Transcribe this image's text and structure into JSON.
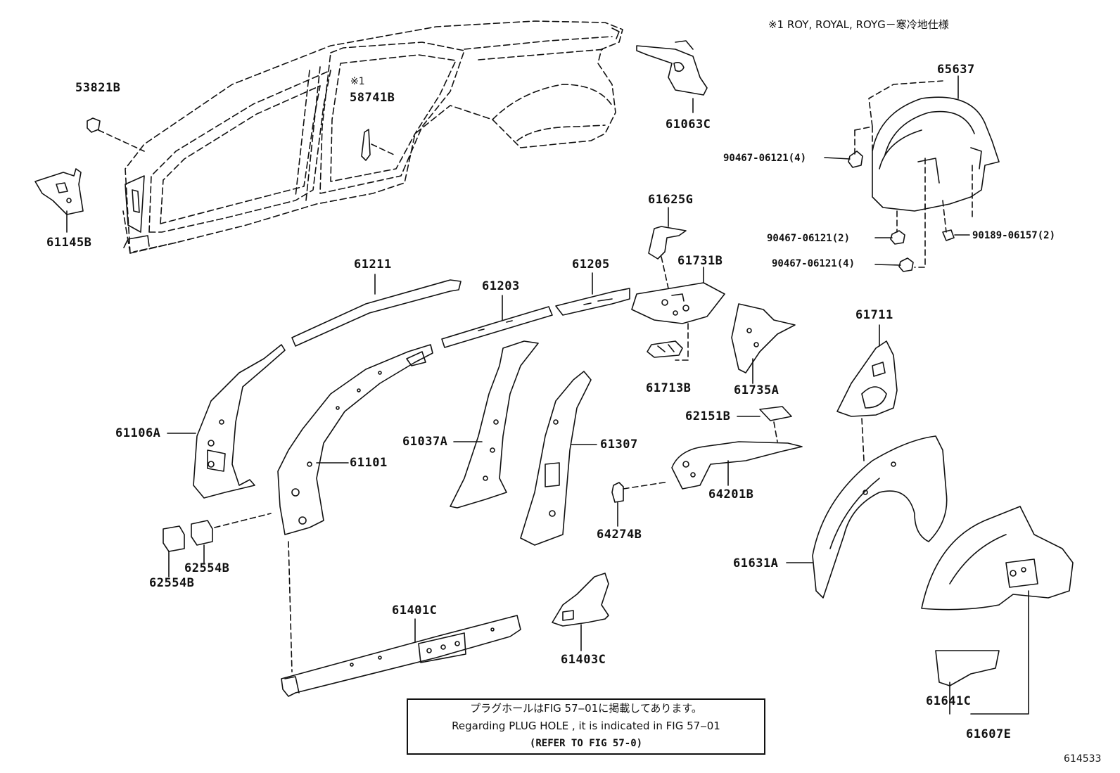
{
  "note": "※1 ROY, ROYAL, ROYG－寒冷地仕様",
  "figure_id": "614533",
  "notice": {
    "line1": "プラグホールはFIG 57‒01に掲載してあります。",
    "line2": "Regarding PLUG HOLE , it is indicated in FIG 57‒01",
    "line3": "(REFER TO FIG 57-0)"
  },
  "marker": "※1",
  "labels": {
    "p53821B": "53821B",
    "p58741B": "58741B",
    "p61063C": "61063C",
    "p65637": "65637",
    "p90467a": "90467-06121(4)",
    "p61145B": "61145B",
    "p61625G": "61625G",
    "p90467b": "90467-06121(2)",
    "p90189": "90189-06157(2)",
    "p90467c": "90467-06121(4)",
    "p61211": "61211",
    "p61205": "61205",
    "p61731B": "61731B",
    "p61203": "61203",
    "p61711": "61711",
    "p61713B": "61713B",
    "p61735A": "61735A",
    "p62151B": "62151B",
    "p61106A": "61106A",
    "p61037A": "61037A",
    "p61307": "61307",
    "p61101": "61101",
    "p64201B": "64201B",
    "p64274B": "64274B",
    "p61631A": "61631A",
    "p62554Ba": "62554B",
    "p62554Bb": "62554B",
    "p61401C": "61401C",
    "p61403C": "61403C",
    "p61641C": "61641C",
    "p61607E": "61607E"
  }
}
